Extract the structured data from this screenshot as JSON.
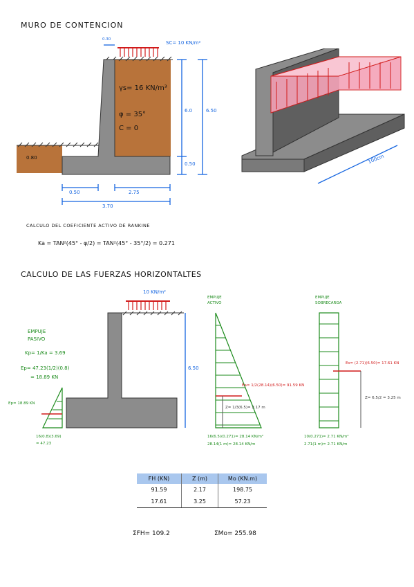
{
  "top": {
    "title": "MURO DE CONTENCION",
    "crest_width": "0.30",
    "surcharge": "SC= 10 KN/m²",
    "gamma": "γs= 16 KN/m³",
    "phi": "φ = 35°",
    "cohesion": "C = 0",
    "dim_6_0": "6.0",
    "dim_6_50": "6.50",
    "dim_0_50": "0.50",
    "dim_0_80": "0.80",
    "dim_toe": "0.50",
    "dim_heel": "2.75",
    "dim_base": "3.70",
    "depth_3d": "100cm"
  },
  "rankine": {
    "title": "CALCULO DEL COEFICIENTE ACTIVO DE RANKINE",
    "formula": "Ka = TAN²(45° - φ/2) = TAN²(45° - 35°/2) = 0.271"
  },
  "section2": {
    "title": "CALCULO DE LAS FUERZAS HORIZONTALTES",
    "surcharge": "10 KN/m²",
    "height": "6.50",
    "passive_title_1": "EMPUJE",
    "passive_title_2": "PASIVO",
    "kp": "Kp= 1/Ka = 3.69",
    "ep_formula": "Ep= 47.23(1/2)(0.8)",
    "ep_result": "= 18.89 KN",
    "ep_arrow": "Ep= 18.89 KN",
    "passive_base_1": "16(0.8)(3.69)",
    "passive_base_2": "= 47.23",
    "active_title_1": "EMPUJE",
    "active_title_2": "ACTIVO",
    "ea_label": "Ea= 1/2(28.14)(6.50)= 91.59 KN",
    "za_label": "Z= 1/3(6.5)= 2.17 m",
    "active_base_1": "16(6.5)(0.271)= 28.14 KN/m²",
    "active_base_2": "28.14(1 m)= 28.14 KN/m",
    "sc_title_1": "EMPUJE",
    "sc_title_2": "SOBRECARGA",
    "es_label": "Es= (2.71)(6.50)= 17.61 KN",
    "zs_label": "Z= 6.5/2 = 3.25 m",
    "sc_base_1": "10(0.271)= 2.71 KN/m²",
    "sc_base_2": "2.71(1 m)= 2.71 KN/m"
  },
  "table": {
    "headers": [
      "FH (KN)",
      "Z (m)",
      "Mo (KN.m)"
    ],
    "rows": [
      [
        "91.59",
        "2.17",
        "198.75"
      ],
      [
        "17.61",
        "3.25",
        "57.23"
      ]
    ],
    "sum_fh": "ΣFH= 109.2",
    "sum_mo": "ΣMo= 255.98"
  },
  "colors": {
    "soil": "#b8733a",
    "concrete": "#8c8c8c",
    "load": "#f5a3b8",
    "dim": "#1565e0",
    "passive": "#1a8a1a",
    "arrow": "#d11a1a"
  }
}
